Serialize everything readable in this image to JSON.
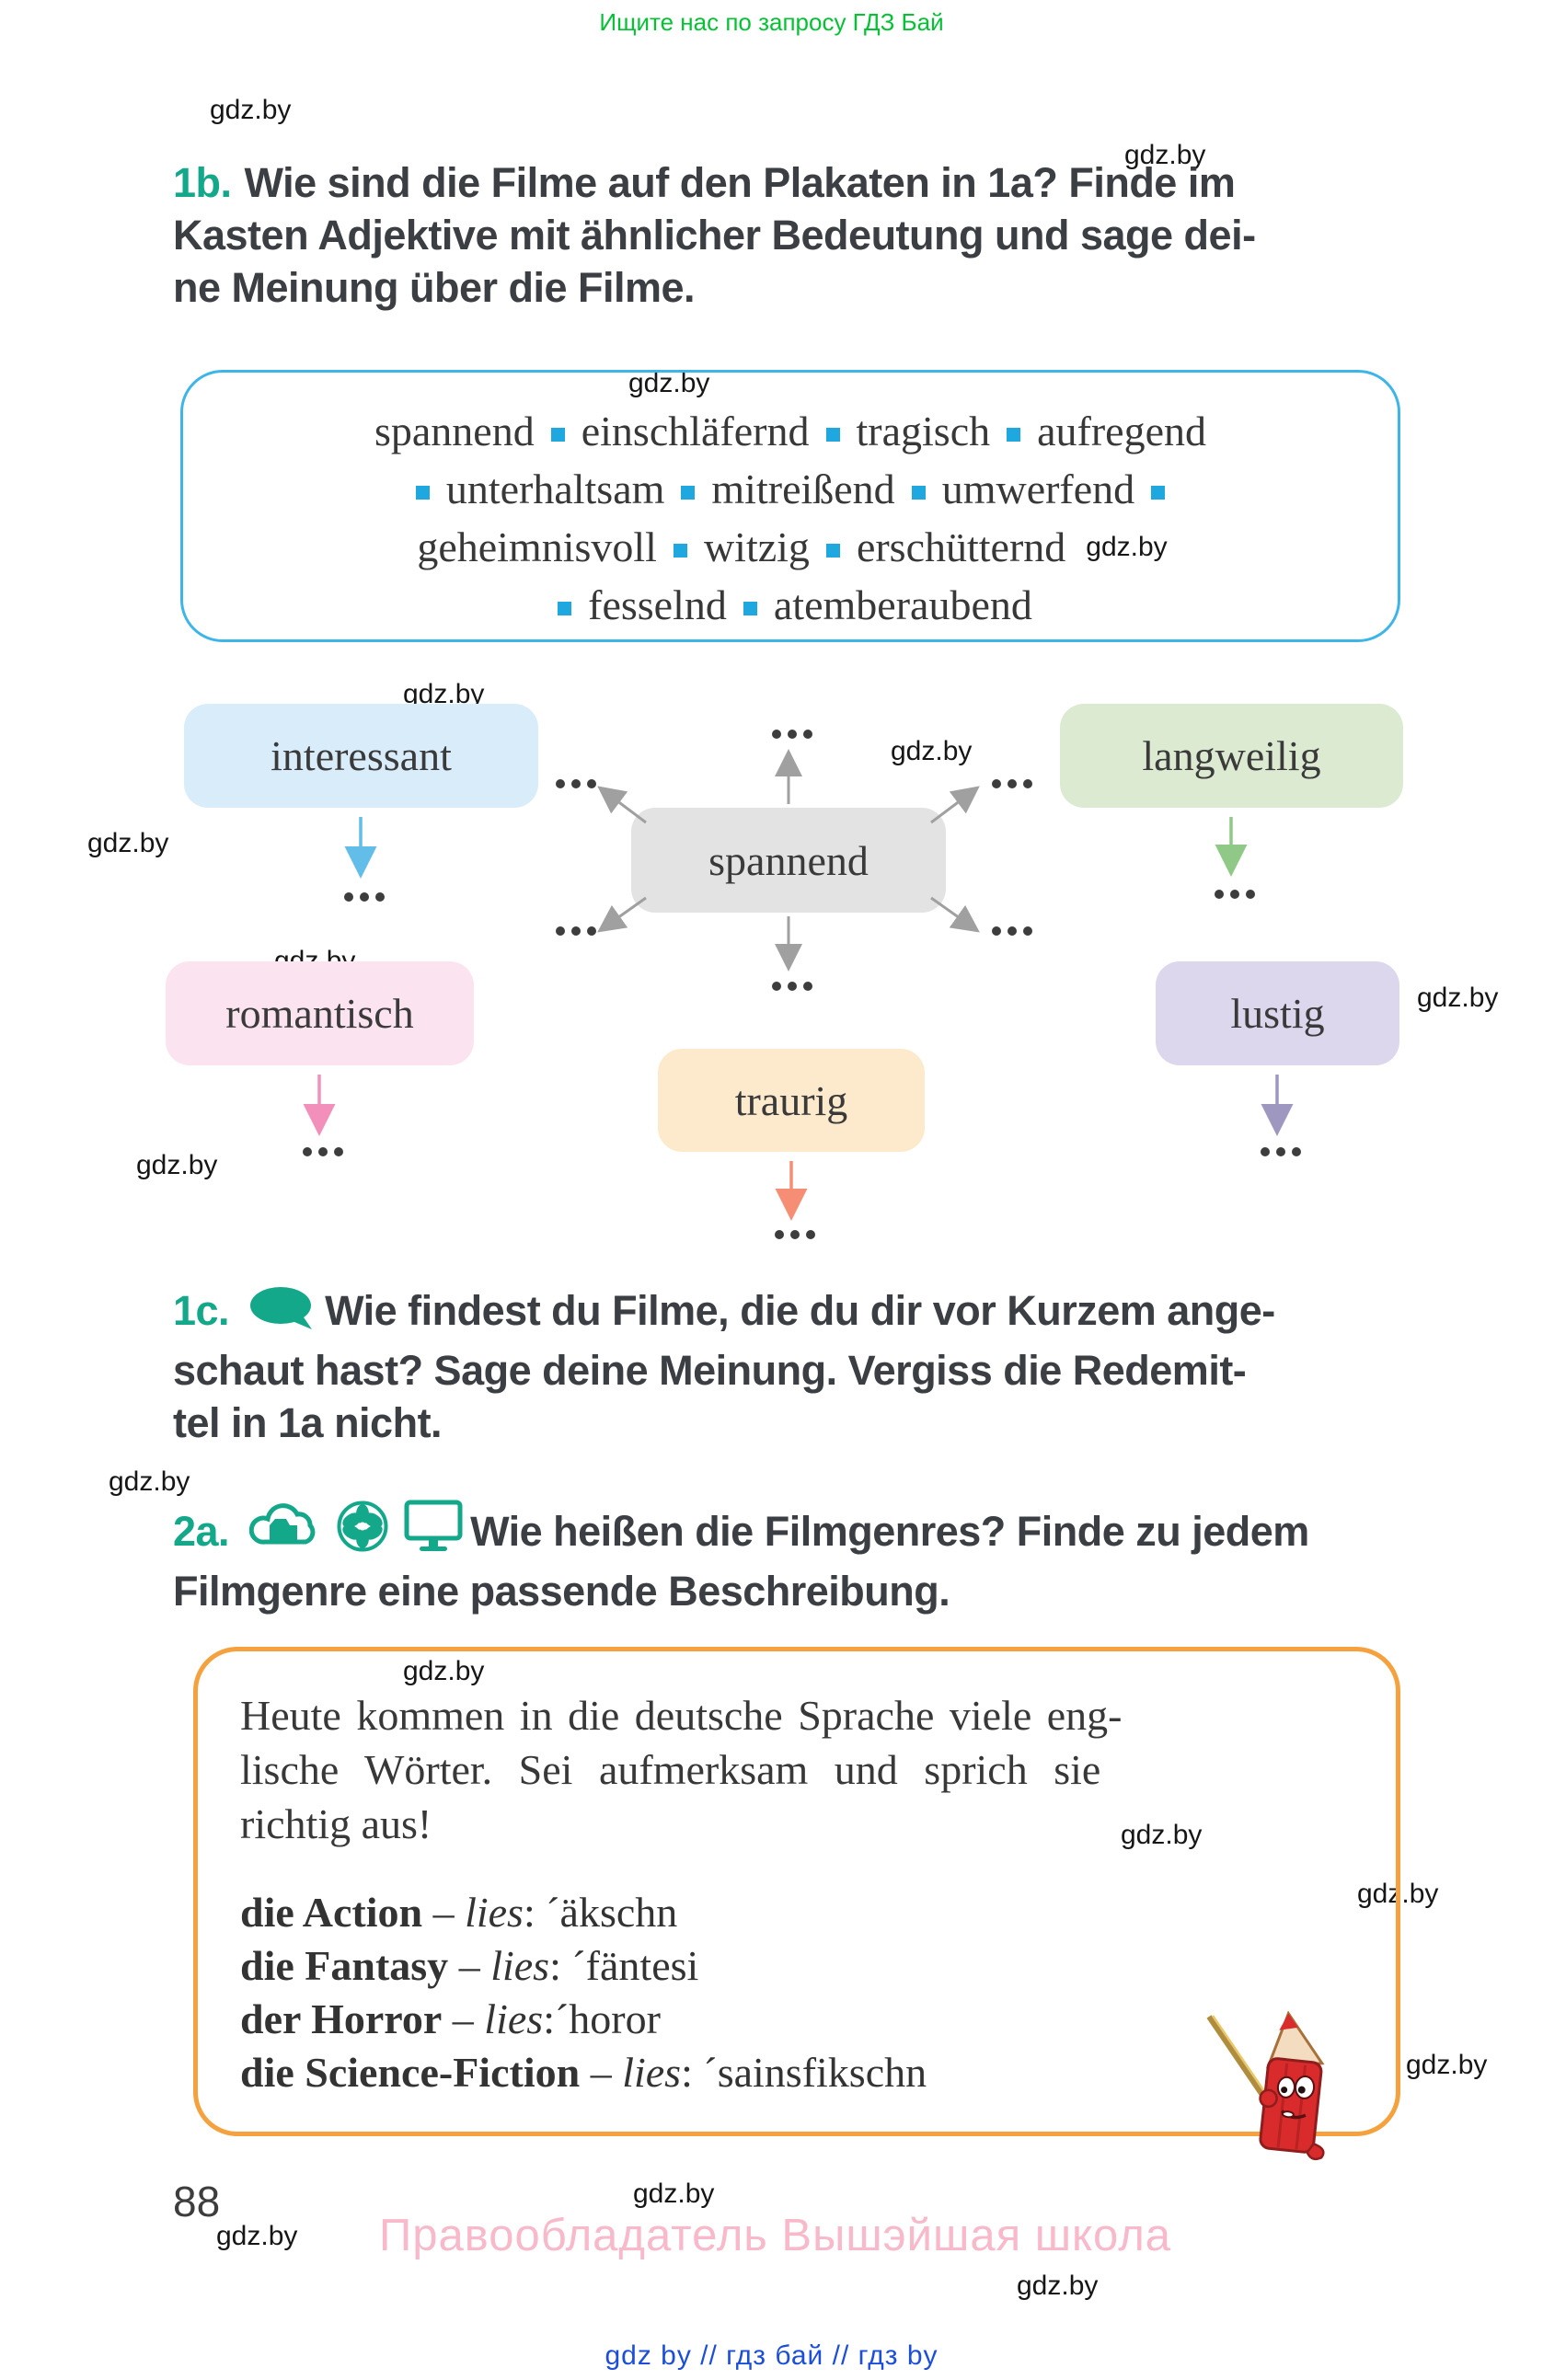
{
  "banner": {
    "text": "Ищите нас по запросу ГДЗ Бай"
  },
  "watermark": "gdz.by",
  "palette": {
    "green": "#05c235",
    "teal": "#14a88b",
    "textDark": "#3b3e42",
    "cyanBorder": "#3db5e8",
    "sq": "#1fa8e0",
    "orange": "#f5a13d",
    "grayArrow": "#a0a0a0",
    "cyanArrow": "#62bde9",
    "greenArrow": "#90c987",
    "pinkArrow": "#f290bb",
    "lavArrow": "#9e97c0",
    "salmonArrow": "#f58e75",
    "interessantBg": "#d9ecf9",
    "langweiligBg": "#dcead2",
    "romantischBg": "#fbe4ef",
    "lustigBg": "#dcd7ec",
    "spannendBg": "#e3e3e3",
    "traurigBg": "#fdeacc",
    "pinkFooter": "#f8b9ca",
    "blueLink": "#1c4ed9"
  },
  "ex1b": {
    "num": "1b.",
    "lines": [
      "Wie sind die Filme auf den Plakaten in 1a? Finde im",
      "Kasten Adjektive mit ähnlicher Bedeutung und sage dei-",
      "ne Meinung über die Filme."
    ]
  },
  "adjective_box": {
    "lines": [
      [
        "spannend",
        "■",
        "einschläfernd",
        "■",
        "tragisch",
        "■",
        "aufregend"
      ],
      [
        "■",
        "unterhaltsam",
        "■",
        "mitreißend",
        "■",
        "umwerfend",
        "■"
      ],
      [
        "geheimnisvoll",
        "■",
        "witzig",
        "■",
        "erschütternd",
        "@wm"
      ],
      [
        "■",
        "fesselnd",
        "■",
        "atemberaubend"
      ]
    ]
  },
  "diagram": {
    "center": "spannend",
    "nodes": {
      "interessant": "interessant",
      "langweilig": "langweilig",
      "romantisch": "romantisch",
      "lustig": "lustig",
      "traurig": "traurig"
    }
  },
  "ex1c": {
    "num": "1c.",
    "lines": [
      "Wie findest du Filme, die du dir vor Kurzem ange-",
      "schaut hast? Sage deine Meinung. Vergiss die Redemit-",
      "tel in 1a nicht."
    ]
  },
  "ex2a": {
    "num": "2a.",
    "icons": [
      "cloud-folder",
      "flower",
      "monitor"
    ],
    "lines": [
      "Wie heißen die Filmgenres? Finde zu jedem",
      "Filmgenre eine passende Beschreibung."
    ]
  },
  "pronunciation_box": {
    "paragraph": [
      "Heute kommen in die deutsche Sprache viele eng-",
      "lische Wörter. Sei aufmerksam und sprich sie",
      "richtig aus!"
    ],
    "dash": "–",
    "lies_label": "lies",
    "entries": [
      {
        "term": "die Action",
        "suffix": ": ´äkschn"
      },
      {
        "term": "die Fantasy",
        "suffix": ": ´fäntesi"
      },
      {
        "term": "der Horror",
        "suffix": ":´horor"
      },
      {
        "term": "die Science-Fiction",
        "suffix": ": ´sainsfikschn"
      }
    ]
  },
  "footer": {
    "page_number": "88",
    "copyright": "Правообладатель Вышэйшая школа",
    "links": "gdz by  //  гдз бай  //  гдз by"
  }
}
